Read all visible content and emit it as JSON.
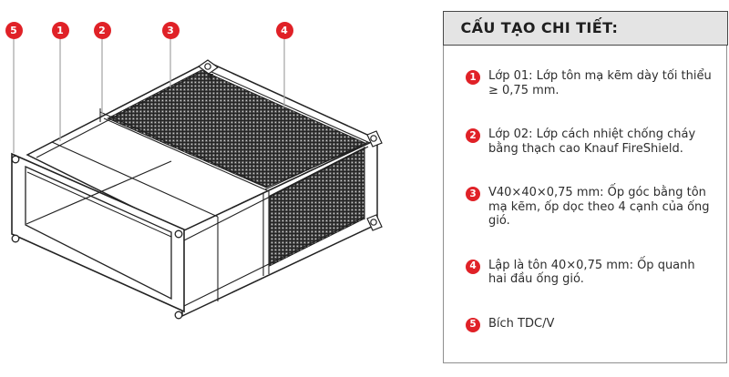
{
  "legend": {
    "title": "CẤU TẠO CHI TIẾT:",
    "items": [
      {
        "num": "1",
        "text": "Lớp 01: Lớp tôn mạ kẽm dày tối thiểu ≥ 0,75 mm."
      },
      {
        "num": "2",
        "text": "Lớp 02: Lớp cách nhiệt chống cháy bằng thạch cao Knauf FireShield."
      },
      {
        "num": "3",
        "text": "V40×40×0,75 mm: Ốp góc bằng tôn mạ kẽm, ốp dọc theo 4 cạnh của ống gió."
      },
      {
        "num": "4",
        "text": "Lập là tôn 40×0,75 mm: Ốp quanh hai đầu ống gió."
      },
      {
        "num": "5",
        "text": "Bích TDC/V"
      }
    ]
  },
  "diagram": {
    "description": "Isometric drawing of a fire-rated rectangular air duct with insulation cladding",
    "callouts": [
      {
        "num": "5"
      },
      {
        "num": "1"
      },
      {
        "num": "2"
      },
      {
        "num": "3"
      },
      {
        "num": "4"
      }
    ]
  },
  "colors": {
    "accent_red": "#e02127",
    "header_bg": "#e4e4e4",
    "header_border": "#474747",
    "panel_border": "#8f8f8f",
    "line_color": "#222222",
    "leader_gray": "#a3a3a3",
    "insulation_dark": "#535353",
    "text_color": "#2e2e2e"
  }
}
